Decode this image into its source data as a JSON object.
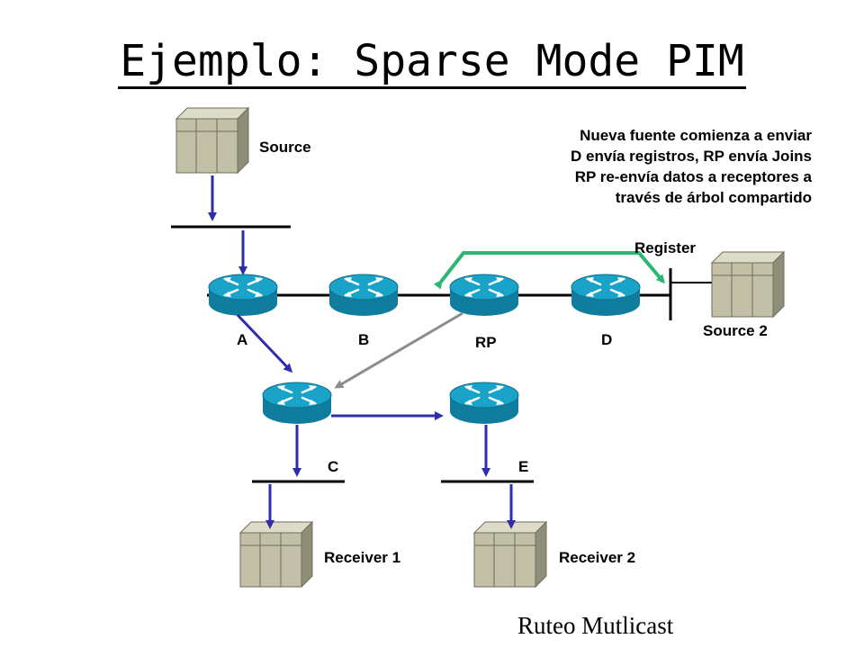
{
  "title": "Ejemplo: Sparse Mode PIM",
  "note": [
    "Nueva fuente comienza a enviar",
    "D envía registros, RP envía Joins",
    "RP re-envía datos a receptores a",
    "través de árbol compartido"
  ],
  "labels": {
    "source": "Source",
    "source2": "Source 2",
    "register": "Register",
    "router_a": "A",
    "router_b": "B",
    "router_rp": "RP",
    "router_d": "D",
    "router_c": "C",
    "router_e": "E",
    "receiver1": "Receiver 1",
    "receiver2": "Receiver 2"
  },
  "footer": "Ruteo Mutlicast",
  "colors": {
    "tree_arrow": "#2e2ea8",
    "register_arrow": "#2bb673",
    "rp_arrow": "#8c8c8c",
    "router": "#1aa3c9",
    "host": "#c2c0a6"
  }
}
